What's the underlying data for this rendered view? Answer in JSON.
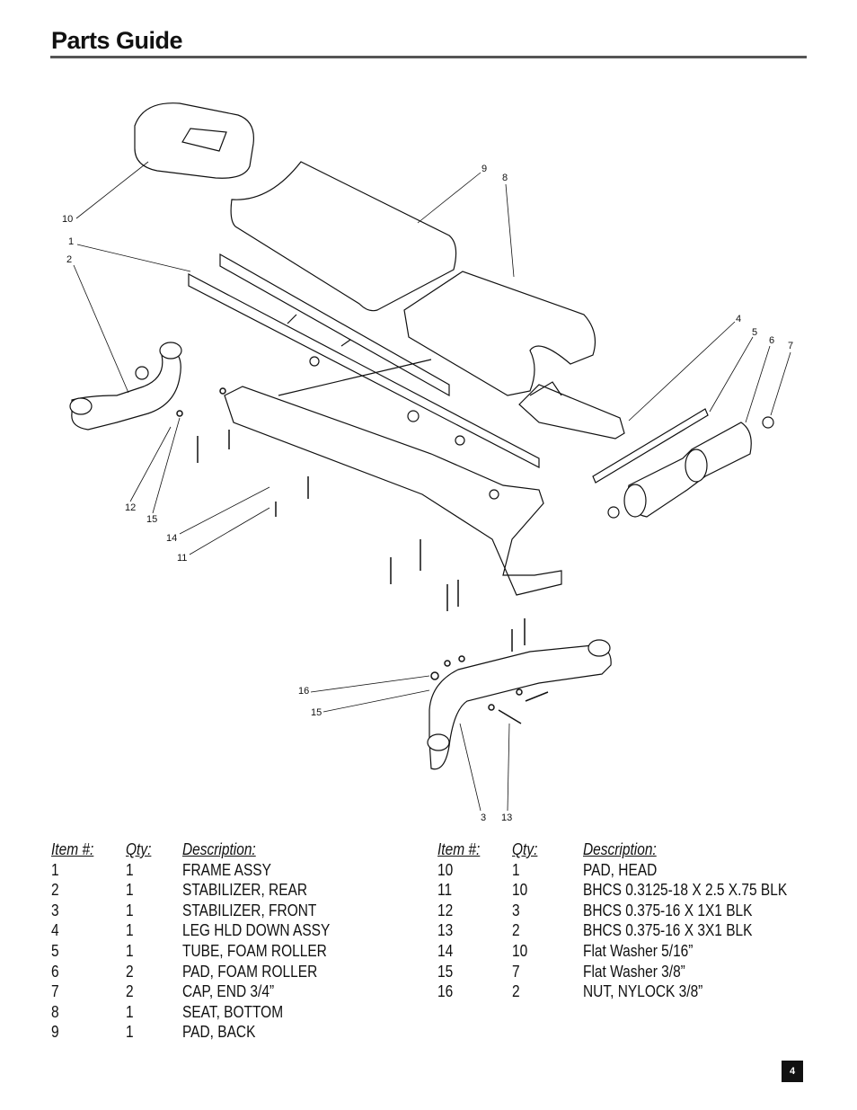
{
  "page": {
    "title": "Parts Guide",
    "page_number": "4"
  },
  "diagram": {
    "callouts": [
      "10",
      "1",
      "2",
      "9",
      "8",
      "4",
      "5",
      "6",
      "7",
      "12",
      "15",
      "14",
      "11",
      "16",
      "15",
      "3",
      "13"
    ]
  },
  "parts_table": {
    "headers": {
      "item": "Item #:",
      "qty": "Qty:",
      "description": "Description:"
    },
    "left": [
      {
        "item": "1",
        "qty": "1",
        "description": "FRAME ASSY"
      },
      {
        "item": "2",
        "qty": "1",
        "description": "STABILIZER, REAR"
      },
      {
        "item": "3",
        "qty": "1",
        "description": "STABILIZER, FRONT"
      },
      {
        "item": "4",
        "qty": "1",
        "description": "LEG HLD DOWN ASSY"
      },
      {
        "item": "5",
        "qty": "1",
        "description": "TUBE, FOAM ROLLER"
      },
      {
        "item": "6",
        "qty": "2",
        "description": "PAD, FOAM ROLLER"
      },
      {
        "item": "7",
        "qty": "2",
        "description": "CAP, END 3/4”"
      },
      {
        "item": "8",
        "qty": "1",
        "description": "SEAT, BOTTOM"
      },
      {
        "item": "9",
        "qty": "1",
        "description": "PAD, BACK"
      }
    ],
    "right": [
      {
        "item": "10",
        "qty": "1",
        "description": "PAD, HEAD"
      },
      {
        "item": "11",
        "qty": "10",
        "description": "BHCS 0.3125-18 X 2.5 X.75 BLK"
      },
      {
        "item": "12",
        "qty": "3",
        "description": "BHCS 0.375-16 X 1X1 BLK"
      },
      {
        "item": "13",
        "qty": "2",
        "description": "BHCS 0.375-16 X 3X1 BLK"
      },
      {
        "item": "14",
        "qty": "10",
        "description": "Flat Washer 5/16”"
      },
      {
        "item": "15",
        "qty": "7",
        "description": "Flat Washer 3/8”"
      },
      {
        "item": "16",
        "qty": "2",
        "description": "NUT, NYLOCK 3/8”"
      }
    ]
  }
}
